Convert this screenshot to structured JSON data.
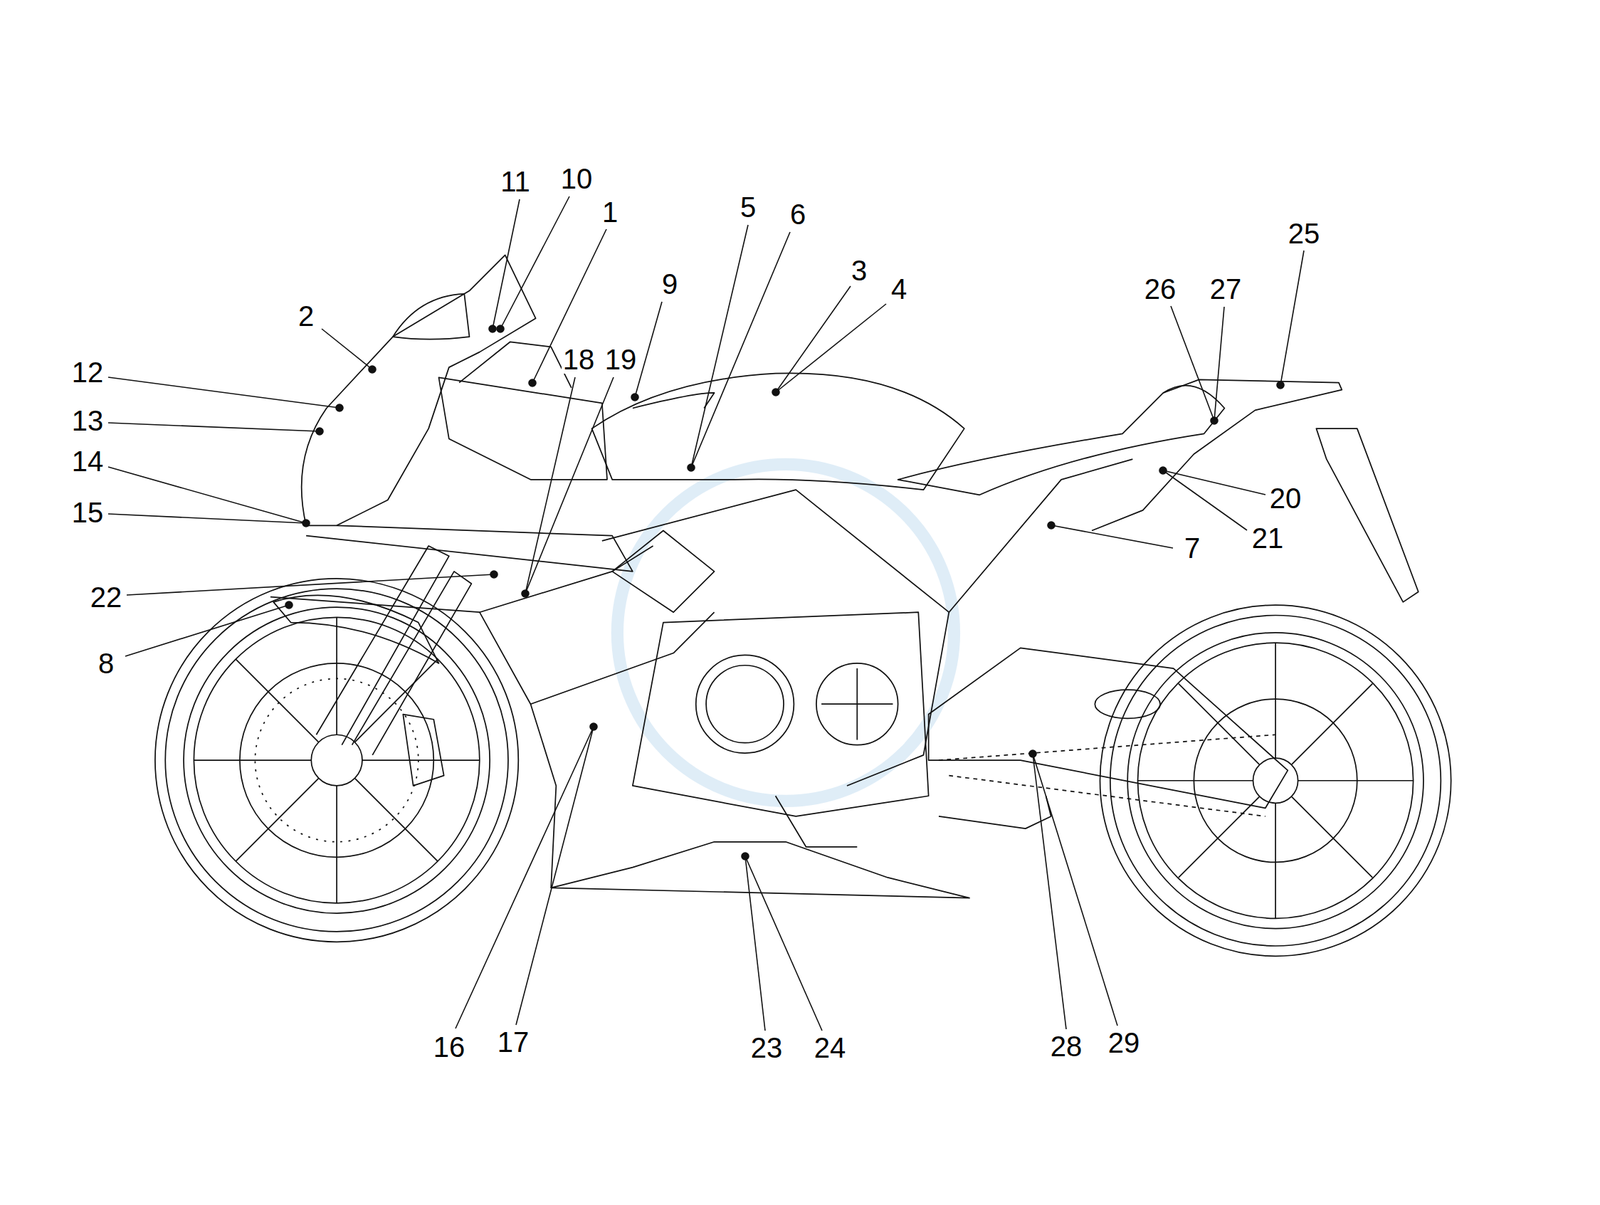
{
  "diagram": {
    "labels": [
      "11",
      "10",
      "1",
      "5",
      "6",
      "25",
      "3",
      "4",
      "9",
      "26",
      "27",
      "2",
      "18",
      "19",
      "12",
      "13",
      "14",
      "15",
      "20",
      "21",
      "7",
      "22",
      "8",
      "16",
      "17",
      "23",
      "24",
      "28",
      "29"
    ]
  }
}
